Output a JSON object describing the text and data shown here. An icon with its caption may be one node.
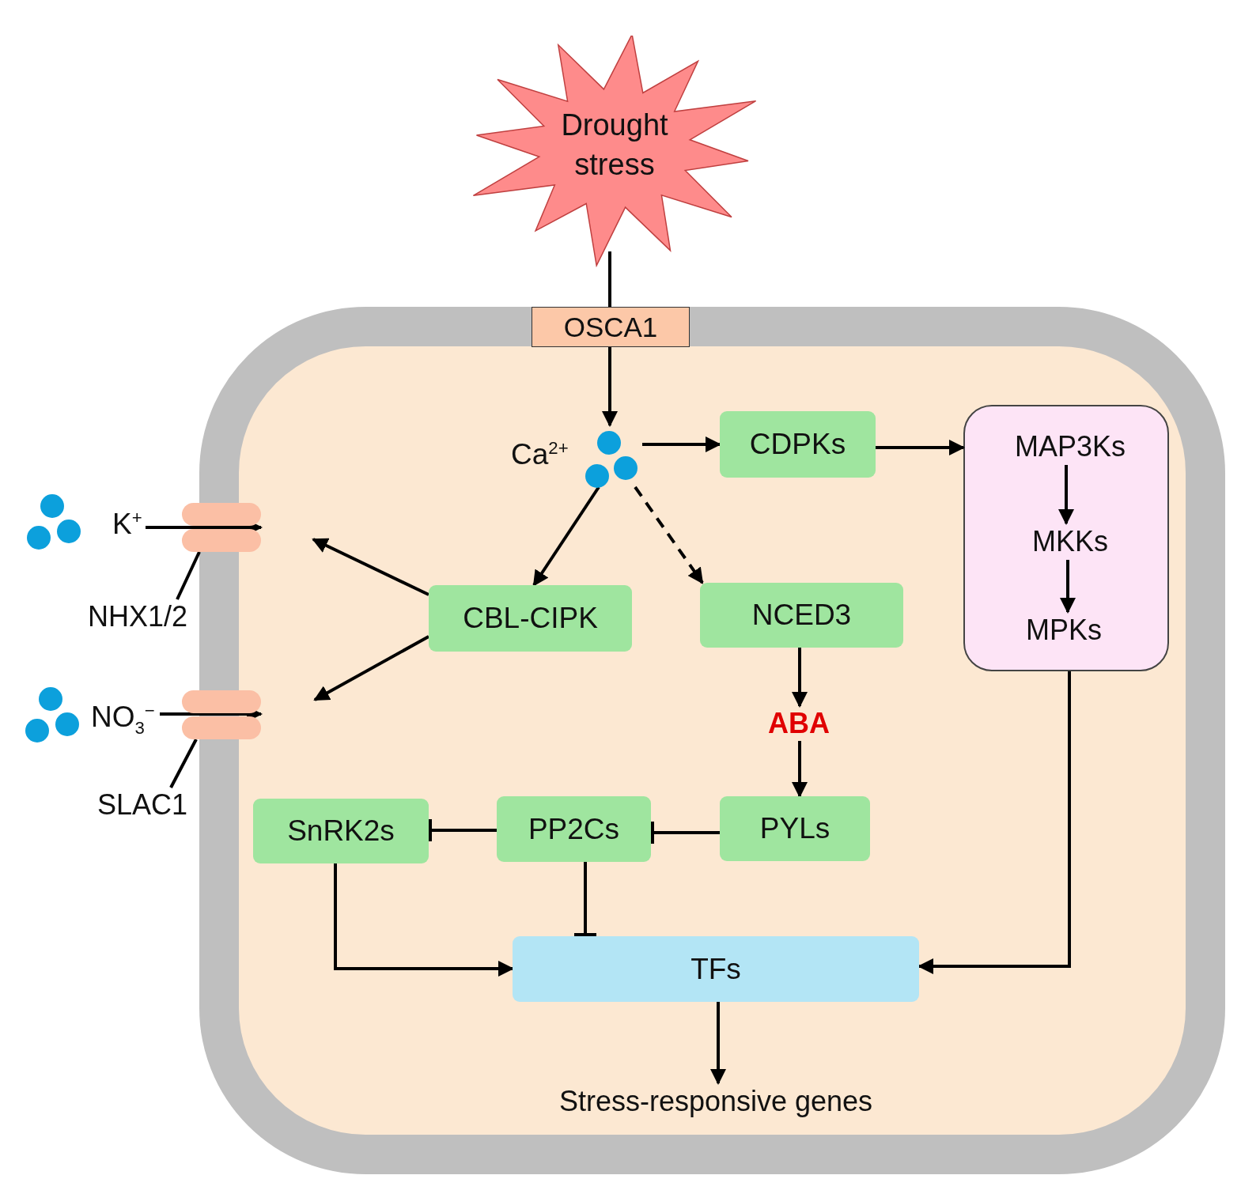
{
  "diagram": {
    "nodes": [
      {
        "text": [
          "Drought stress"
        ]
      },
      {
        "text": [],
        "shape": "box"
      },
      {
        "text": [
          "OSCA1"
        ],
        "in": 1
      },
      {
        "text": [
          "Ca$^{2+}$"
        ],
        "in": 1
      },
      {
        "text": [
          "CDPKs"
        ],
        "in": 1
      },
      {
        "text": [],
        "shape": "box",
        "in": 1
      },
      {
        "text": [
          "MAP3Ks"
        ],
        "in": 5
      },
      {
        "text": [
          "MKKs"
        ],
        "in": 5
      },
      {
        "text": [
          "MPKs"
        ],
        "in": 5
      },
      {
        "text": [
          "K$^{+}$"
        ]
      },
      {
        "text": [],
        "shape": "box"
      },
      {
        "text": [
          "NHX1/2"
        ]
      },
      {
        "text": [
          "CBL-CIPK"
        ],
        "in": 1
      },
      {
        "text": [
          "NCED3"
        ],
        "in": 1
      },
      {
        "text": [
          "ABA"
        ],
        "in": 1
      },
      {
        "text": [
          "NO$_{3}$$^{−}$"
        ]
      },
      {
        "text": [],
        "shape": "box"
      },
      {
        "text": [
          "SLAC1"
        ]
      },
      {
        "text": [
          "SnRK2s"
        ],
        "in": 1
      },
      {
        "text": [
          "PP2Cs"
        ],
        "in": 1
      },
      {
        "text": [
          "PYLs"
        ],
        "in": 1
      },
      {
        "text": [
          "TFs"
        ],
        "in": 1
      },
      {
        "text": [
          "Stress-responsive genes"
        ],
        "in": 1
      }
    ],
    "edges": [
      {
        "from": 0,
        "to": 2,
        "arrow": "none"
      },
      {
        "from": 2,
        "to": 3,
        "arrow": "to"
      },
      {
        "from": 3,
        "to": 4,
        "arrow": "to"
      },
      {
        "from": 4,
        "to": 5,
        "arrow": "to"
      },
      {
        "from": 6,
        "to": 7,
        "arrow": "to"
      },
      {
        "from": 7,
        "to": 8,
        "arrow": "to"
      },
      {
        "from": 9,
        "to": 10,
        "arrow": "to"
      },
      {
        "from": 11,
        "to": 10,
        "arrow": "none"
      },
      {
        "from": 3,
        "to": 12,
        "arrow": "to"
      },
      {
        "from": 3,
        "to": 13,
        "arrow": "to",
        "style": "dashed"
      },
      {
        "from": 12,
        "to": null,
        "arrow": "to"
      },
      {
        "from": 12,
        "to": null,
        "arrow": "to"
      },
      {
        "from": 13,
        "to": 14,
        "arrow": "to"
      },
      {
        "from": 14,
        "to": 20,
        "arrow": "to"
      },
      {
        "from": 15,
        "to": 16,
        "arrow": "to"
      },
      {
        "from": 17,
        "to": 16,
        "arrow": "none"
      },
      {
        "from": 20,
        "to": 19,
        "arrow": "other"
      },
      {
        "from": 19,
        "to": 18,
        "arrow": "other"
      },
      {
        "from": 19,
        "to": 21,
        "arrow": "other"
      },
      {
        "from": 18,
        "to": 21,
        "arrow": "to"
      },
      {
        "from": 5,
        "to": 21,
        "arrow": "to"
      },
      {
        "from": 21,
        "to": 22,
        "arrow": "to"
      }
    ]
  }
}
